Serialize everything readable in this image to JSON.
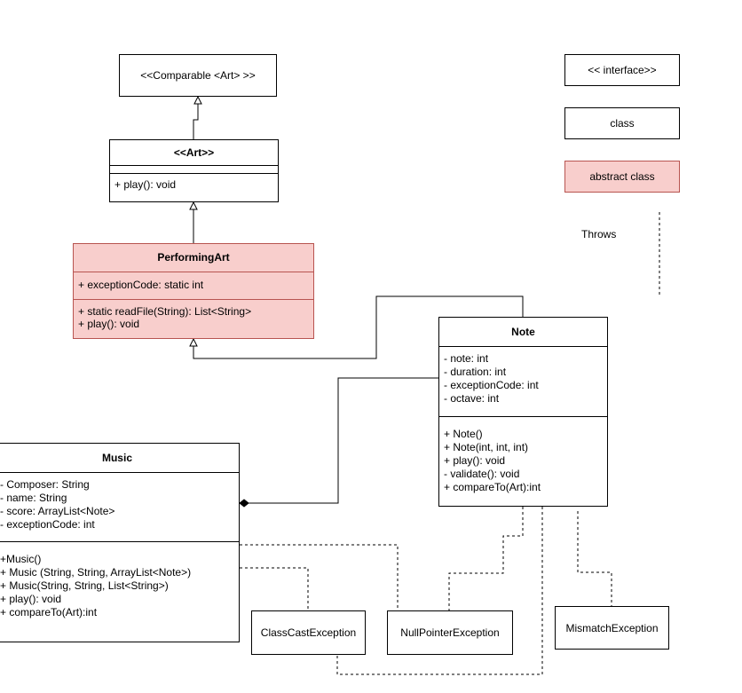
{
  "legend": {
    "interface": "<< interface>>",
    "class": "class",
    "abstract_class": "abstract class",
    "throws": "Throws"
  },
  "comparable": {
    "title": "<<Comparable <Art> >>"
  },
  "art": {
    "title": "<<Art>>",
    "methods": [
      "+ play(): void"
    ]
  },
  "performing_art": {
    "title": "PerformingArt",
    "attributes": [
      "+ exceptionCode: static int"
    ],
    "methods": [
      "+ static readFile(String): List<String>",
      "+ play(): void"
    ]
  },
  "note": {
    "title": "Note",
    "attributes": [
      "- note: int",
      "- duration: int",
      "- exceptionCode: int",
      "- octave: int"
    ],
    "methods": [
      "+ Note()",
      "+ Note(int, int, int)",
      "+ play(): void",
      "- validate(): void",
      "+ compareTo(Art):int"
    ]
  },
  "music": {
    "title": "Music",
    "attributes": [
      "- Composer: String",
      "- name: String",
      "- score: ArrayList<Note>",
      "- exceptionCode: int"
    ],
    "methods": [
      "+Music()",
      "+ Music (String, String, ArrayList<Note>)",
      "+ Music(String, String, List<String>)",
      "+ play(): void",
      "+ compareTo(Art):int"
    ]
  },
  "exceptions": {
    "class_cast": "ClassCastException",
    "null_pointer": "NullPointerException",
    "mismatch": "MismatchException"
  },
  "colors": {
    "abstract_fill": "#f8cecc",
    "abstract_border": "#b85450",
    "line": "#000000"
  }
}
